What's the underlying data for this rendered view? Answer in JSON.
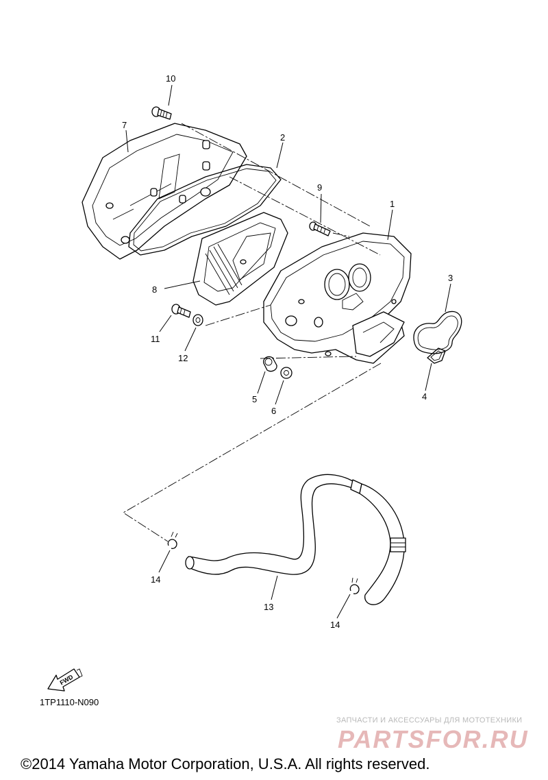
{
  "diagram": {
    "callouts": [
      {
        "id": "c10",
        "label": "10"
      },
      {
        "id": "c7",
        "label": "7"
      },
      {
        "id": "c2",
        "label": "2"
      },
      {
        "id": "c9",
        "label": "9"
      },
      {
        "id": "c1",
        "label": "1"
      },
      {
        "id": "c3",
        "label": "3"
      },
      {
        "id": "c8",
        "label": "8"
      },
      {
        "id": "c11",
        "label": "11"
      },
      {
        "id": "c12",
        "label": "12"
      },
      {
        "id": "c5",
        "label": "5"
      },
      {
        "id": "c6",
        "label": "6"
      },
      {
        "id": "c4",
        "label": "4"
      },
      {
        "id": "c14a",
        "label": "14"
      },
      {
        "id": "c13",
        "label": "13"
      },
      {
        "id": "c14b",
        "label": "14"
      }
    ],
    "fwd_label": "FWD",
    "drawing_code": "1TP1110-N090"
  },
  "watermark": {
    "tagline": "ЗАПЧАСТИ И АКСЕССУАРЫ ДЛЯ МОТОТЕХНИКИ",
    "logo": "PARTSFOR.RU"
  },
  "footer": {
    "copyright": "©2014 Yamaha Motor Corporation, U.S.A. All rights reserved."
  }
}
